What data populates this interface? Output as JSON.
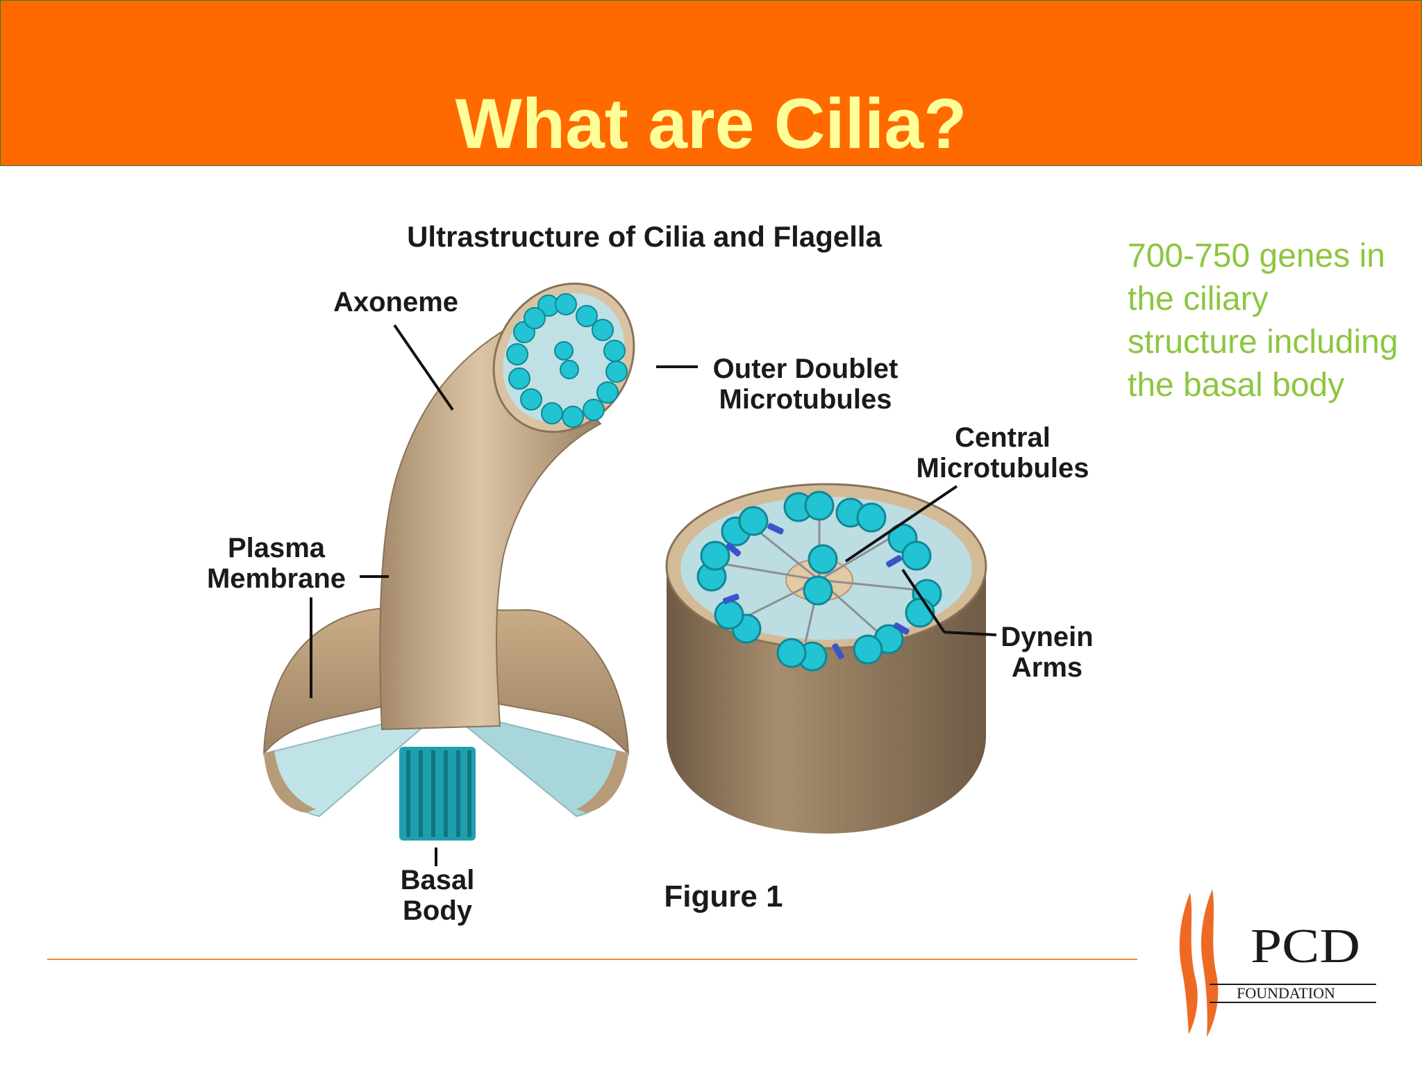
{
  "slide": {
    "title": "What are Cilia?",
    "side_note": "700-750 genes in the ciliary structure including the basal body"
  },
  "diagram": {
    "title": "Ultrastructure of Cilia and Flagella",
    "labels": {
      "axoneme": "Axoneme",
      "outer_doublet_1": "Outer Doublet",
      "outer_doublet_2": "Microtubules",
      "central_1": "Central",
      "central_2": "Microtubules",
      "plasma_1": "Plasma",
      "plasma_2": "Membrane",
      "dynein_1": "Dynein",
      "dynein_2": "Arms",
      "basal_1": "Basal",
      "basal_2": "Body"
    },
    "figure_caption": "Figure 1"
  },
  "logo": {
    "name": "PCD",
    "subtitle": "FOUNDATION"
  },
  "colors": {
    "header": "#ff6a00",
    "title": "#ffff99",
    "side_note": "#8cc63f",
    "microtubule": "#22c3d3",
    "membrane": "#cdb18d"
  }
}
